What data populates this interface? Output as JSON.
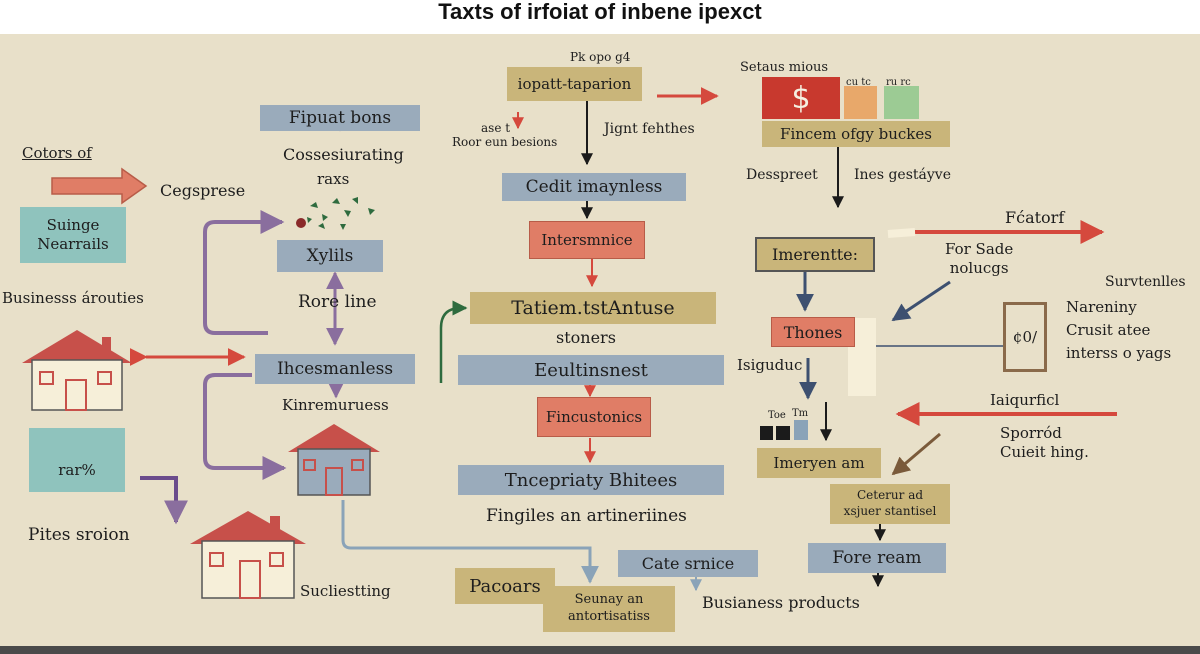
{
  "title": "Taxts of irfoiat of inbene ipexct",
  "left": {
    "cotors": "Cotors of",
    "cegsprese": "Cegsprese",
    "suinge": "Suinge\nNearrails",
    "business_arouties": "Businesss árouties",
    "rar": "rar%",
    "pites": "Pites sroion"
  },
  "center_left": {
    "fipuat": "Fipuat bons",
    "cosses": "Cossesiurating",
    "raxs": "raxs",
    "xylils": "Xylils",
    "rore_line": "Rore line",
    "ihces": "Ihcesmanless",
    "kinre": "Kinremuruess",
    "suclies": "Sucliestting"
  },
  "center": {
    "pk": "Pk opo g4",
    "iopatt": "iopatt-taparion",
    "ase": "ase t",
    "roor": "Roor eun besions",
    "jignt": "Jignt fehthes",
    "cedit": "Cedit imaynless",
    "inters": "Intersmnice",
    "tatiem": "Tatiem.tstAntuse",
    "stoners": "stoners",
    "eeul": "Eeultinsnest",
    "fincus": "Fincustonics",
    "tncep": "Tncepriaty Bhitees",
    "fingiles": "Fingiles an artineriines",
    "pacoars": "Pacoars",
    "seunay": "Seunay an\nantortisatiss",
    "cate": "Cate srnice",
    "busi_products": "Busianess products"
  },
  "right": {
    "setaus": "Setaus mious",
    "dollar": "$",
    "mini_a": "cu tc",
    "mini_b": "ru rc",
    "fincem": "Fincem ofgy buckes",
    "desspreet": "Desspreet",
    "ines": "Ines gestáyve",
    "fcatorf": "Fćatorf",
    "imerent": "Imerentte:",
    "forsade": "For Sade\nnolucgs",
    "survtenlles": "Survtenlles",
    "nareniny": "Nareniny",
    "crusit": "Crusit atee",
    "interss": "interss o yags",
    "thones": "Thones",
    "rate_box": "¢0/",
    "isiguduc": "Isiguduc",
    "toe": "Toe",
    "tm": "Tm",
    "iaiqurfict": "Iaiqurficl",
    "sporrod": "Sporród\nCuieit hing.",
    "imeryen": "Imeryen am",
    "ceterur": "Ceterur ad\nxsjuer stantisel",
    "fore_ream": "Fore ream"
  },
  "colors": {
    "background": "#e8e0c9",
    "blue_box": "#9aabbb",
    "tan_box": "#c9b57a",
    "salmon_box": "#e07d66",
    "teal_box": "#8fc3bd",
    "red_arrow": "#d5493d",
    "purple_arrow": "#8a6e9e",
    "navy_arrow": "#3d5070",
    "dark_green": "#2e5a3a"
  }
}
